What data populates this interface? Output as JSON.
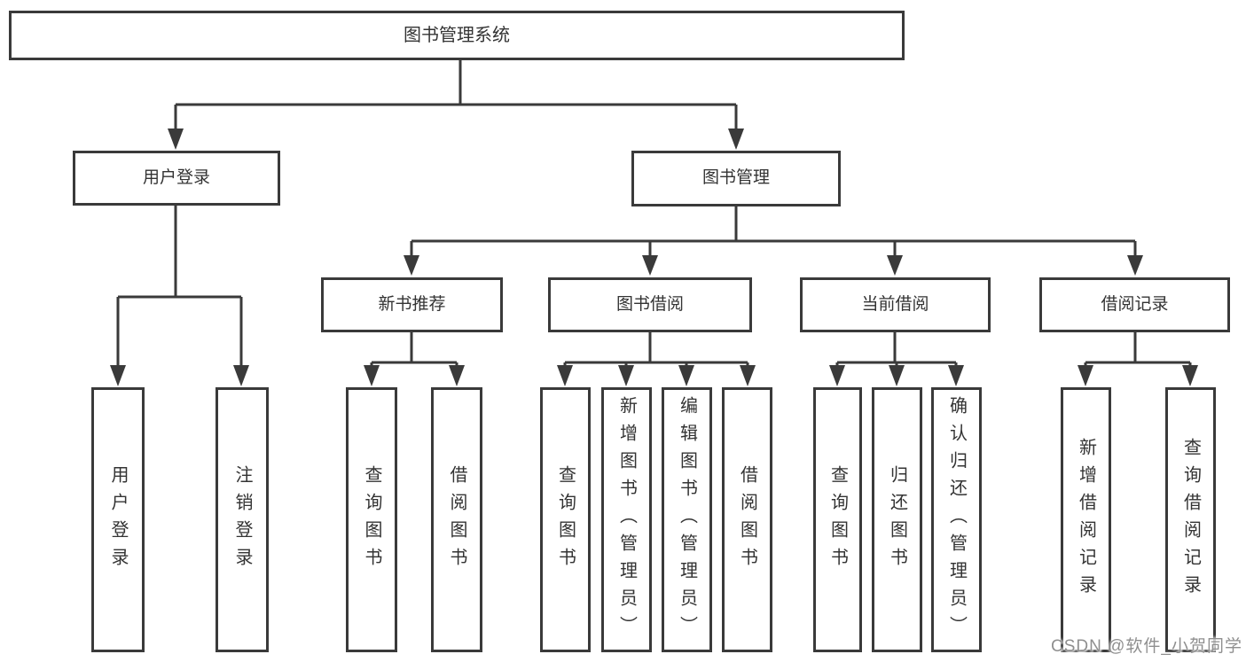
{
  "colors": {
    "line": "#3a3a3a",
    "box_border": "#3a3a3a",
    "text": "#333333",
    "watermark": "#8f8f8f",
    "background": "#ffffff"
  },
  "tree": {
    "root": {
      "label": "图书管理系统"
    },
    "user_login": {
      "label": "用户登录",
      "children": {
        "login": {
          "label": "用户登录"
        },
        "logout": {
          "label": "注销登录"
        }
      }
    },
    "book_mgmt": {
      "label": "图书管理",
      "children": {
        "new_book": {
          "label": "新书推荐",
          "children": {
            "query": {
              "label": "查询图书"
            },
            "borrow": {
              "label": "借阅图书"
            }
          }
        },
        "borrowing": {
          "label": "图书借阅",
          "children": {
            "query": {
              "label": "查询图书"
            },
            "add": {
              "label": "新增图书（管理员）"
            },
            "edit": {
              "label": "编辑图书（管理员）"
            },
            "borrow": {
              "label": "借阅图书"
            }
          }
        },
        "current": {
          "label": "当前借阅",
          "children": {
            "query": {
              "label": "查询图书"
            },
            "return": {
              "label": "归还图书"
            },
            "confirm": {
              "label": "确认归还（管理员）"
            }
          }
        },
        "records": {
          "label": "借阅记录",
          "children": {
            "add": {
              "label": "新增借阅记录"
            },
            "query": {
              "label": "查询借阅记录"
            }
          }
        }
      }
    }
  },
  "watermark": {
    "text": "CSDN @软件_小贺同学"
  }
}
